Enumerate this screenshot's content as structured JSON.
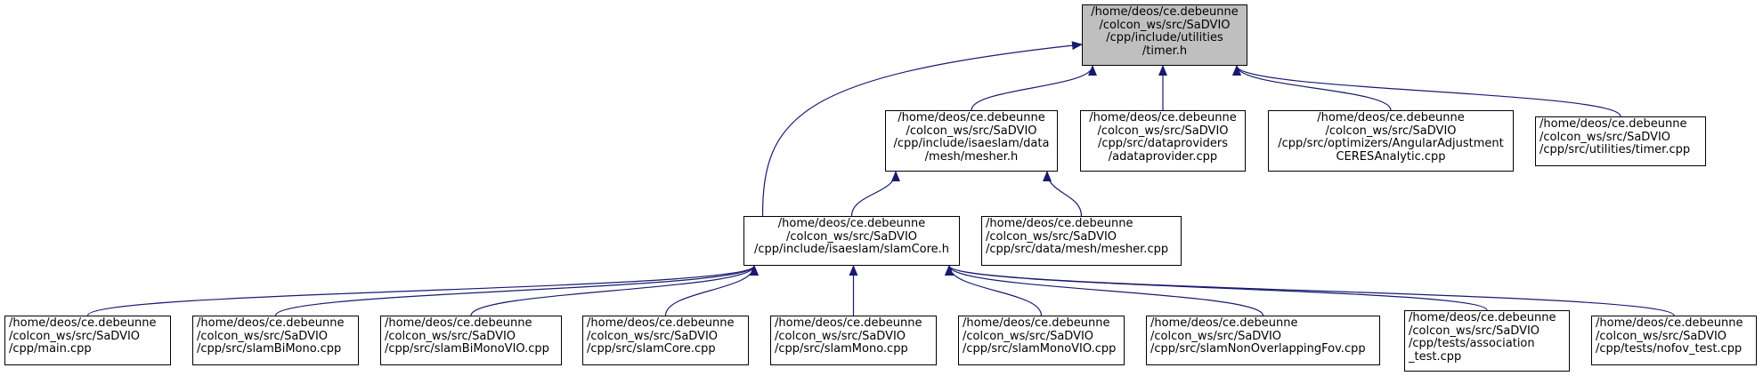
{
  "graph": {
    "edge_color": "#191970",
    "root_fill": "#bfbfbf",
    "nodes": {
      "timer_h": "/home/deos/ce.debeunne\n/colcon_ws/src/SaDVIO\n/cpp/include/utilities\n/timer.h",
      "mesher_h": "/home/deos/ce.debeunne\n/colcon_ws/src/SaDVIO\n/cpp/include/isaeslam/data\n/mesh/mesher.h",
      "adataprovider_cpp": "/home/deos/ce.debeunne\n/colcon_ws/src/SaDVIO\n/cpp/src/dataproviders\n/adataprovider.cpp",
      "angular_cpp": "/home/deos/ce.debeunne\n/colcon_ws/src/SaDVIO\n/cpp/src/optimizers/AngularAdjustment\nCERESAnalytic.cpp",
      "timer_cpp": "/home/deos/ce.debeunne\n/colcon_ws/src/SaDVIO\n/cpp/src/utilities/timer.cpp",
      "slamcore_h": "/home/deos/ce.debeunne\n/colcon_ws/src/SaDVIO\n/cpp/include/isaeslam/slamCore.h",
      "mesher_cpp": "/home/deos/ce.debeunne\n/colcon_ws/src/SaDVIO\n/cpp/src/data/mesh/mesher.cpp",
      "main_cpp": "/home/deos/ce.debeunne\n/colcon_ws/src/SaDVIO\n/cpp/main.cpp",
      "slambimono_cpp": "/home/deos/ce.debeunne\n/colcon_ws/src/SaDVIO\n/cpp/src/slamBiMono.cpp",
      "slambimonovio_cpp": "/home/deos/ce.debeunne\n/colcon_ws/src/SaDVIO\n/cpp/src/slamBiMonoVIO.cpp",
      "slamcore_cpp": "/home/deos/ce.debeunne\n/colcon_ws/src/SaDVIO\n/cpp/src/slamCore.cpp",
      "slammono_cpp": "/home/deos/ce.debeunne\n/colcon_ws/src/SaDVIO\n/cpp/src/slamMono.cpp",
      "slammonovio_cpp": "/home/deos/ce.debeunne\n/colcon_ws/src/SaDVIO\n/cpp/src/slamMonoVIO.cpp",
      "slamnonoverlapping_cpp": "/home/deos/ce.debeunne\n/colcon_ws/src/SaDVIO\n/cpp/src/slamNonOverlappingFov.cpp",
      "association_test_cpp": "/home/deos/ce.debeunne\n/colcon_ws/src/SaDVIO\n/cpp/tests/association\n_test.cpp",
      "nofov_test_cpp": "/home/deos/ce.debeunne\n/colcon_ws/src/SaDVIO\n/cpp/tests/nofov_test.cpp"
    },
    "edges": [
      [
        "mesher_h",
        "timer_h"
      ],
      [
        "adataprovider_cpp",
        "timer_h"
      ],
      [
        "angular_cpp",
        "timer_h"
      ],
      [
        "timer_cpp",
        "timer_h"
      ],
      [
        "slamcore_h",
        "timer_h"
      ],
      [
        "slamcore_h",
        "mesher_h"
      ],
      [
        "mesher_cpp",
        "mesher_h"
      ],
      [
        "main_cpp",
        "slamcore_h"
      ],
      [
        "slambimono_cpp",
        "slamcore_h"
      ],
      [
        "slambimonovio_cpp",
        "slamcore_h"
      ],
      [
        "slamcore_cpp",
        "slamcore_h"
      ],
      [
        "slammono_cpp",
        "slamcore_h"
      ],
      [
        "slammonovio_cpp",
        "slamcore_h"
      ],
      [
        "slamnonoverlapping_cpp",
        "slamcore_h"
      ],
      [
        "association_test_cpp",
        "slamcore_h"
      ],
      [
        "nofov_test_cpp",
        "slamcore_h"
      ]
    ]
  }
}
